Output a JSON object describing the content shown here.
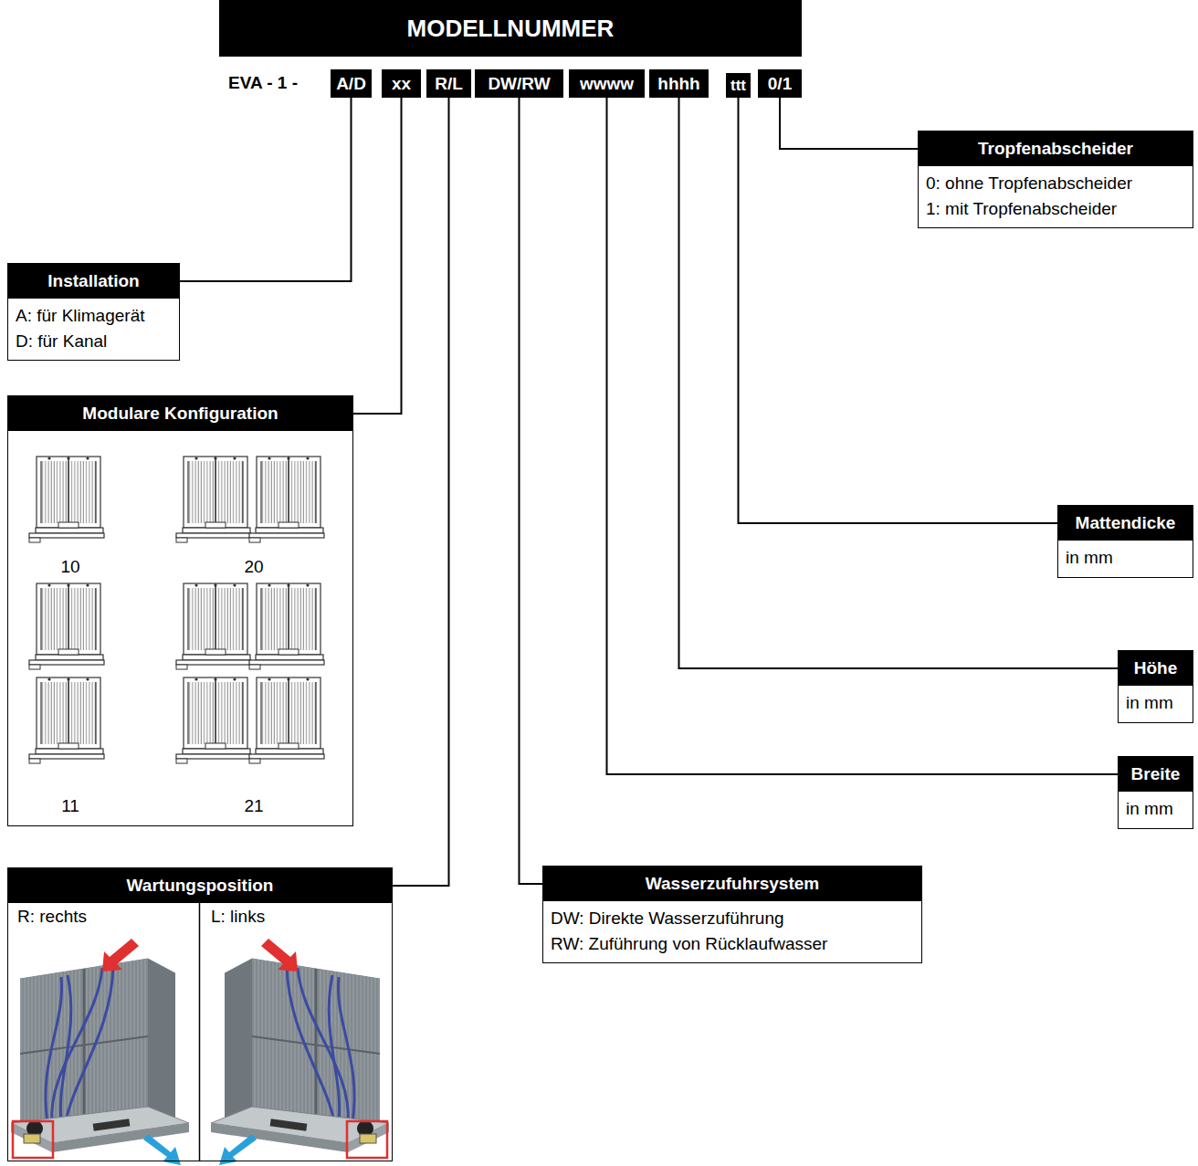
{
  "diagram": {
    "title": "MODELLNUMMER",
    "nodes": [
      {
        "text": [
          "A/D"
        ]
      },
      {
        "text": [
          "xx"
        ]
      },
      {
        "text": [
          "R/L"
        ]
      },
      {
        "text": [
          "DW/RW"
        ]
      },
      {
        "text": [
          "wwww"
        ]
      },
      {
        "text": [
          "hhhh"
        ]
      },
      {
        "text": [
          "ttt"
        ]
      },
      {
        "text": [
          "0/1"
        ]
      },
      {
        "text": [
          "Tropfenabscheider",
          "0: ohne Tropfenabscheider",
          "1: mit Tropfenabscheider"
        ]
      },
      {
        "text": [
          "Installation",
          "A: für Klimagerät",
          "D: für Kanal"
        ]
      },
      {
        "text": [
          "Modulare Konfiguration",
          "10",
          "20",
          "11",
          "21"
        ]
      },
      {
        "text": [
          "Mattendicke",
          "in mm"
        ]
      },
      {
        "text": [
          "Höhe",
          "in mm"
        ]
      },
      {
        "text": [
          "Breite",
          "in mm"
        ]
      },
      {
        "text": [
          "Wartungsposition",
          "R: rechts",
          "L: links"
        ]
      },
      {
        "text": [
          "Wasserzufuhrsystem",
          "DW: Direkte Wasserzuführung",
          "RW: Zuführung von Rücklaufwasser"
        ]
      }
    ],
    "edges": [
      {
        "from": 0,
        "to": 9,
        "arrow": "none"
      },
      {
        "from": 1,
        "to": 10,
        "arrow": "none"
      },
      {
        "from": 2,
        "to": 14,
        "arrow": "none"
      },
      {
        "from": 3,
        "to": 15,
        "arrow": "none"
      },
      {
        "from": 4,
        "to": 13,
        "arrow": "none"
      },
      {
        "from": 5,
        "to": 12,
        "arrow": "none"
      },
      {
        "from": 6,
        "to": 11,
        "arrow": "none"
      },
      {
        "from": 7,
        "to": 8,
        "arrow": "none"
      }
    ],
    "labels": [
      "EVA - 1 -"
    ]
  }
}
